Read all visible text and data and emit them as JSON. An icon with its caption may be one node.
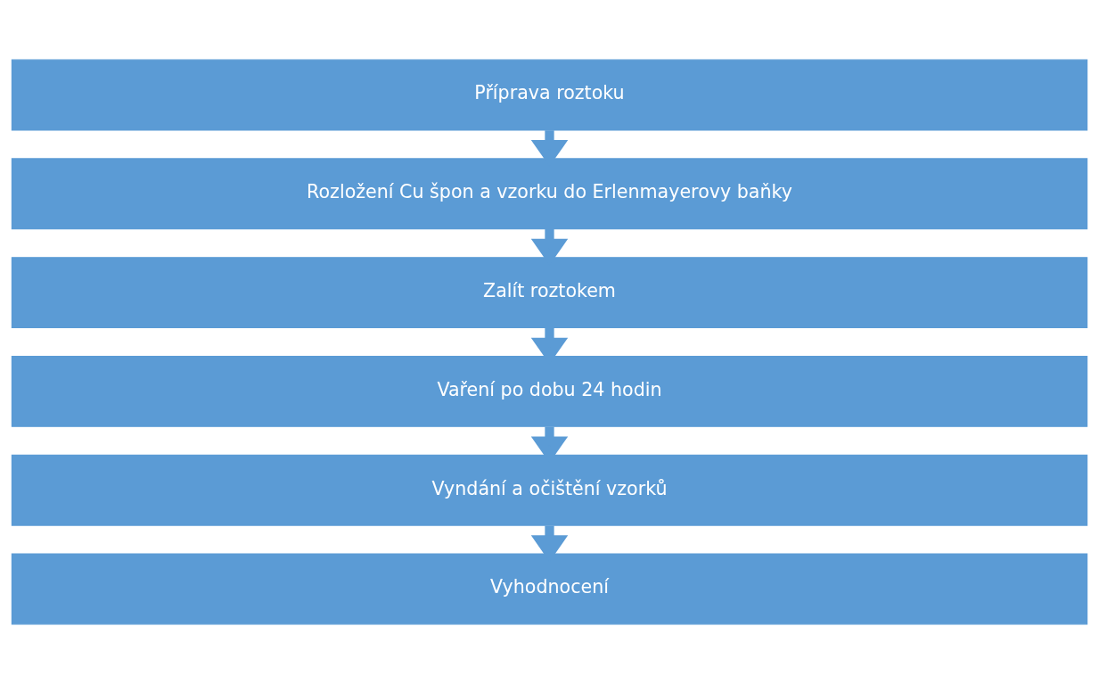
{
  "diagram": {
    "nodes": [
      {
        "text": [
          "Příprava roztoku"
        ]
      },
      {
        "text": [
          "Rozložení Cu špon a vzorku do Erlenmayerovy baňky"
        ]
      },
      {
        "text": [
          "Zalít roztokem"
        ]
      },
      {
        "text": [
          "Vaření po dobu 24 hodin"
        ]
      },
      {
        "text": [
          "Vyndání a očištění vzorků"
        ]
      },
      {
        "text": [
          "Vyhodnocení"
        ]
      }
    ],
    "edges": [
      {
        "from": 0,
        "to": 1,
        "arrow": "to"
      },
      {
        "from": 1,
        "to": 2,
        "arrow": "to"
      },
      {
        "from": 2,
        "to": 3,
        "arrow": "to"
      },
      {
        "from": 3,
        "to": 4,
        "arrow": "to"
      },
      {
        "from": 4,
        "to": 5,
        "arrow": "to"
      }
    ]
  }
}
